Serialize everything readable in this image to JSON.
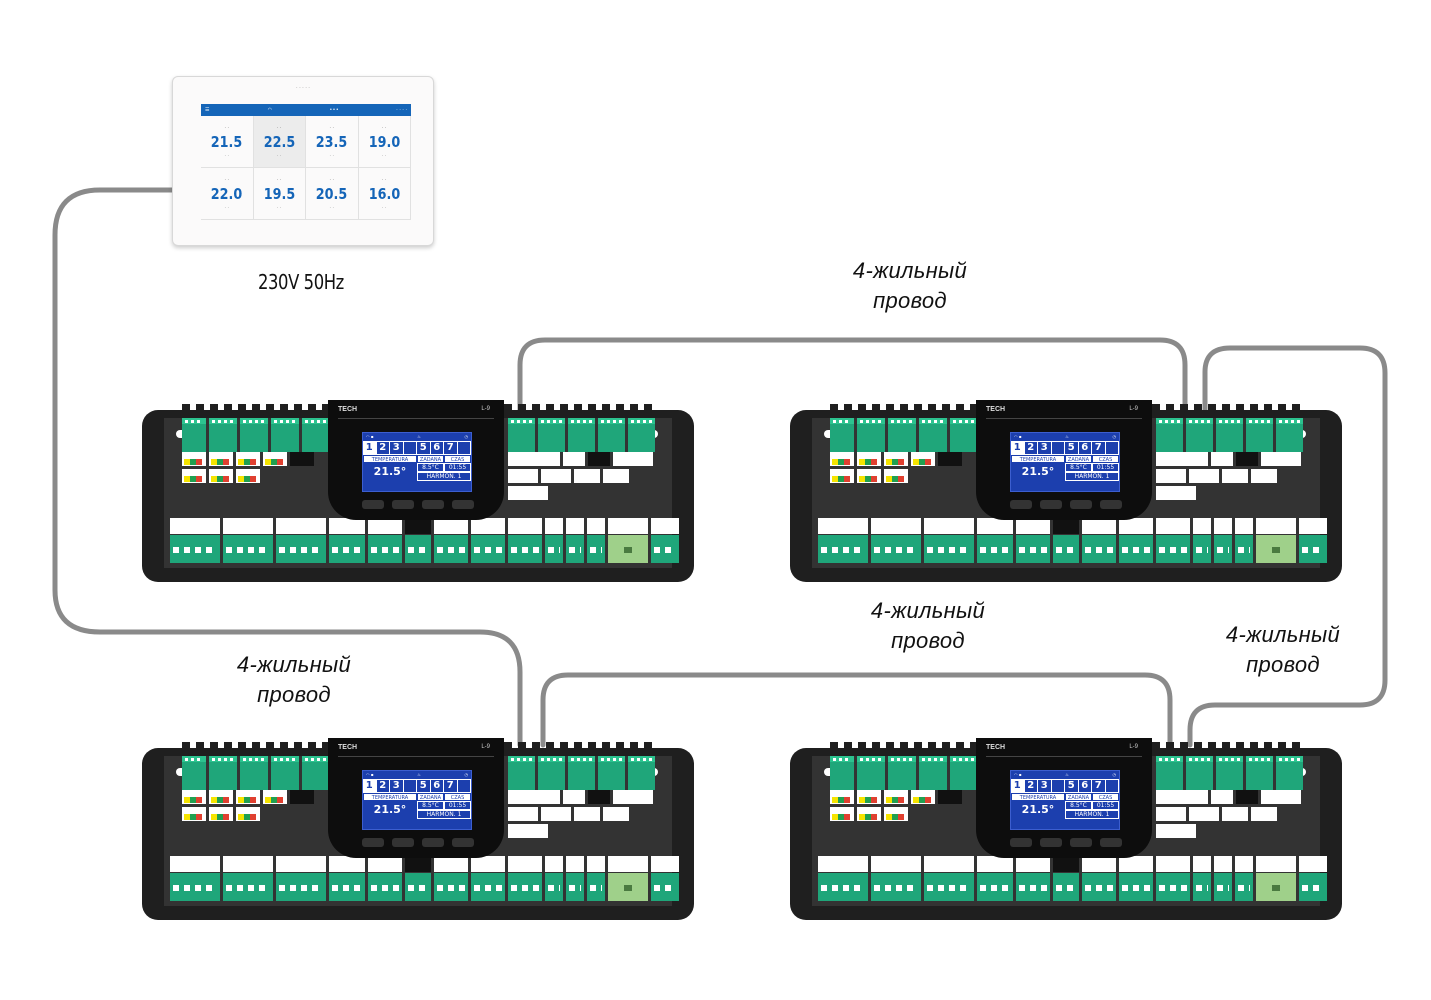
{
  "diagram": {
    "type": "wiring-diagram",
    "description": "Touch panel connected to four floor-heating controllers in a daisy chain via 4-wire cables"
  },
  "power_label": "230V 50Hz",
  "wire_labels": [
    {
      "line1": "4-жильный",
      "line2": "провод"
    },
    {
      "line1": "4-жильный",
      "line2": "провод"
    },
    {
      "line1": "4-жильный",
      "line2": "провод"
    },
    {
      "line1": "4-жильный",
      "line2": "провод"
    }
  ],
  "touch_panel": {
    "zones": [
      {
        "value": "21.5",
        "selected": false
      },
      {
        "value": "22.5",
        "selected": true
      },
      {
        "value": "23.5",
        "selected": false
      },
      {
        "value": "19.0",
        "selected": false
      },
      {
        "value": "22.0",
        "selected": false
      },
      {
        "value": "19.5",
        "selected": false
      },
      {
        "value": "20.5",
        "selected": false
      },
      {
        "value": "16.0",
        "selected": false
      }
    ]
  },
  "controller": {
    "brand": "TECH",
    "model": "L-9",
    "display": {
      "days": [
        "1",
        "2",
        "3",
        "",
        "5",
        "6",
        "7",
        ""
      ],
      "active_day": "1",
      "temperature": "21.5°",
      "header_left": "TEMPERATURA",
      "header_mid": "ZADANA",
      "header_right": "CZAS",
      "set_temp": "8.5°C",
      "time": "01:55",
      "mode": "HARMON. 1"
    }
  },
  "controllers": [
    {
      "id": "controller-1"
    },
    {
      "id": "controller-2"
    },
    {
      "id": "controller-3"
    },
    {
      "id": "controller-4"
    }
  ],
  "colors": {
    "wire": "#8a8a8a",
    "terminal_green": "#1fa67a",
    "lcd_blue": "#1c3fae",
    "panel_blue": "#1565b8",
    "housing": "#1f1f1f"
  }
}
